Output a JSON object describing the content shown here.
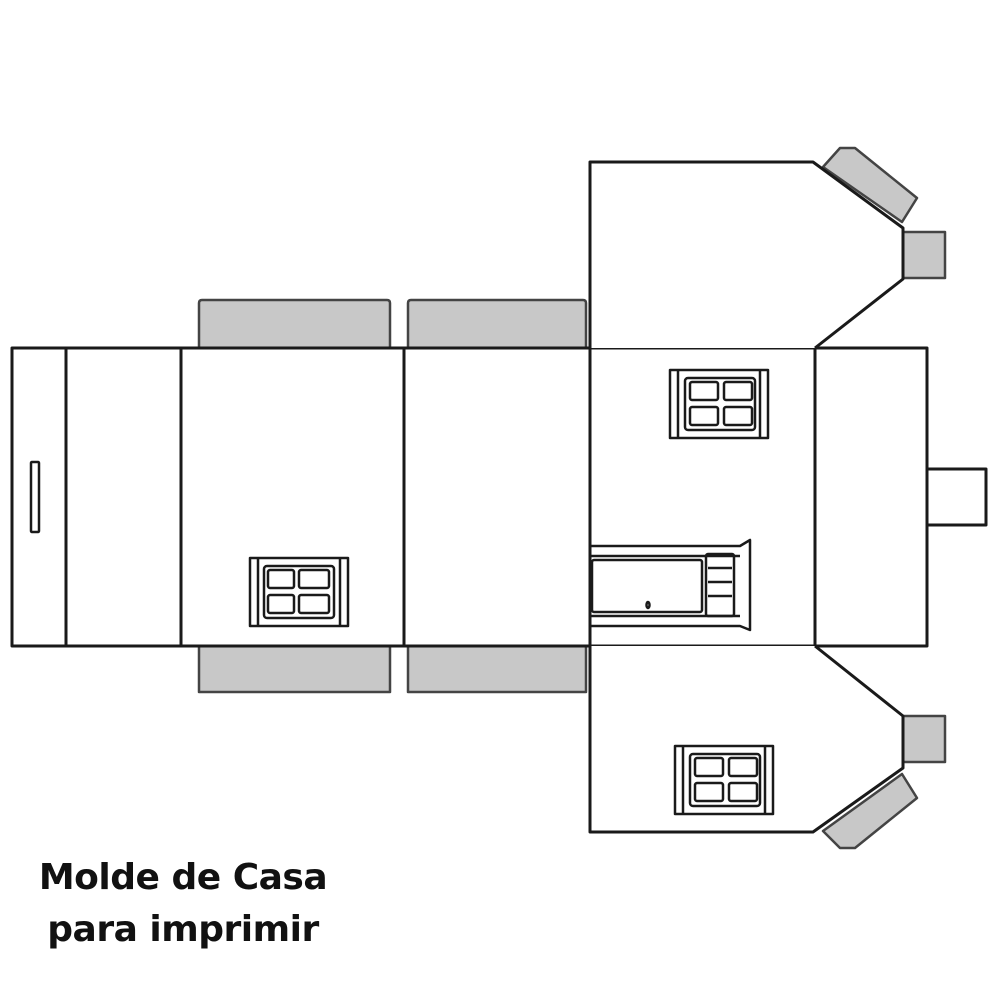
{
  "title": {
    "line1": "Molde de Casa",
    "line2": "para imprimir"
  },
  "colors": {
    "background": "#ffffff",
    "outline": "#1a1a1a",
    "glue_tab": "#c8c8c8",
    "glue_tab_stroke": "#555555"
  },
  "template": {
    "panels": [
      "door-wall",
      "side-wall-left",
      "front-wall",
      "back-wall",
      "gable-wall",
      "roof-panel"
    ],
    "glue_tabs_count": 9,
    "windows_count": 3,
    "doors_count": 1,
    "chimney_count": 1
  }
}
